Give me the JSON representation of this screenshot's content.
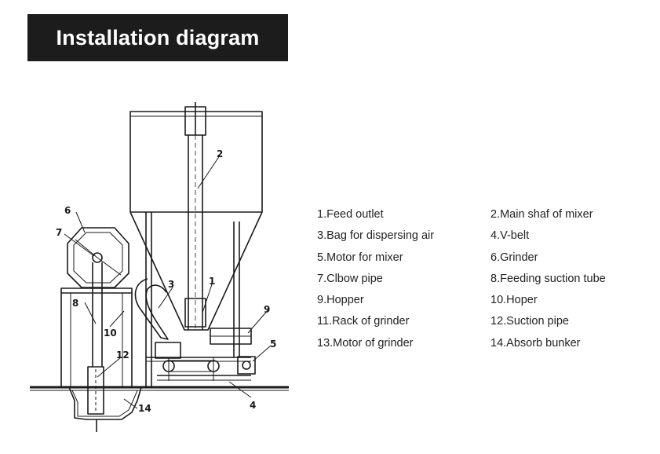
{
  "title": "Installation diagram",
  "callouts": [
    "1",
    "2",
    "3",
    "4",
    "5",
    "6",
    "7",
    "8",
    "9",
    "10",
    "12",
    "14"
  ],
  "legend": [
    "1.Feed outlet",
    "2.Main shaf of mixer",
    "3.Bag for dispersing air",
    "4.V-belt",
    "5.Motor for mixer",
    "6.Grinder",
    "7.Clbow pipe",
    "8.Feeding suction tube",
    "9.Hopper",
    "10.Hoper",
    "11.Rack of grinder",
    "12.Suction pipe",
    "13.Motor of grinder",
    "14.Absorb bunker"
  ]
}
